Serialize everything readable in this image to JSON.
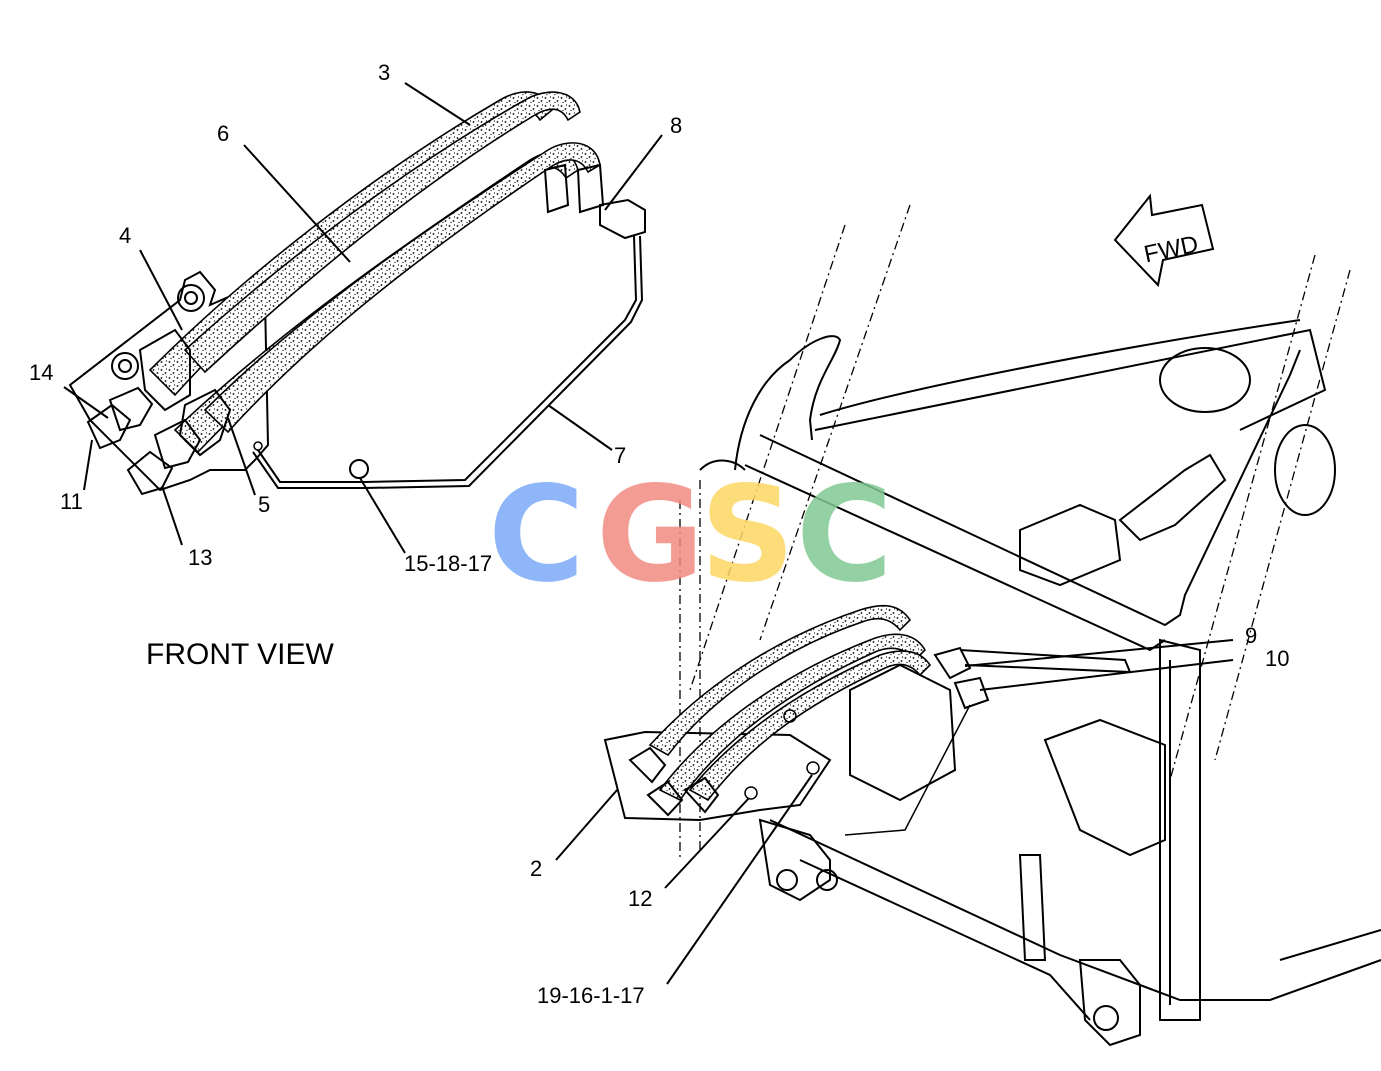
{
  "diagram": {
    "view_title": "FRONT VIEW",
    "direction_label": "FWD",
    "watermark": {
      "letters": [
        "C",
        "G",
        "S",
        "C"
      ],
      "colors": [
        "#7BAAF7",
        "#F28B82",
        "#FDD663",
        "#81C995"
      ]
    },
    "callouts": [
      {
        "id": "c3",
        "text": "3"
      },
      {
        "id": "c6",
        "text": "6"
      },
      {
        "id": "c8",
        "text": "8"
      },
      {
        "id": "c4",
        "text": "4"
      },
      {
        "id": "c14",
        "text": "14"
      },
      {
        "id": "c7",
        "text": "7"
      },
      {
        "id": "c11",
        "text": "11"
      },
      {
        "id": "c5",
        "text": "5"
      },
      {
        "id": "c13",
        "text": "13"
      },
      {
        "id": "c15",
        "text": "15-18-17"
      },
      {
        "id": "c9",
        "text": "9"
      },
      {
        "id": "c10",
        "text": "10"
      },
      {
        "id": "c2",
        "text": "2"
      },
      {
        "id": "c12",
        "text": "12"
      },
      {
        "id": "c19",
        "text": "19-16-1-17"
      }
    ]
  }
}
